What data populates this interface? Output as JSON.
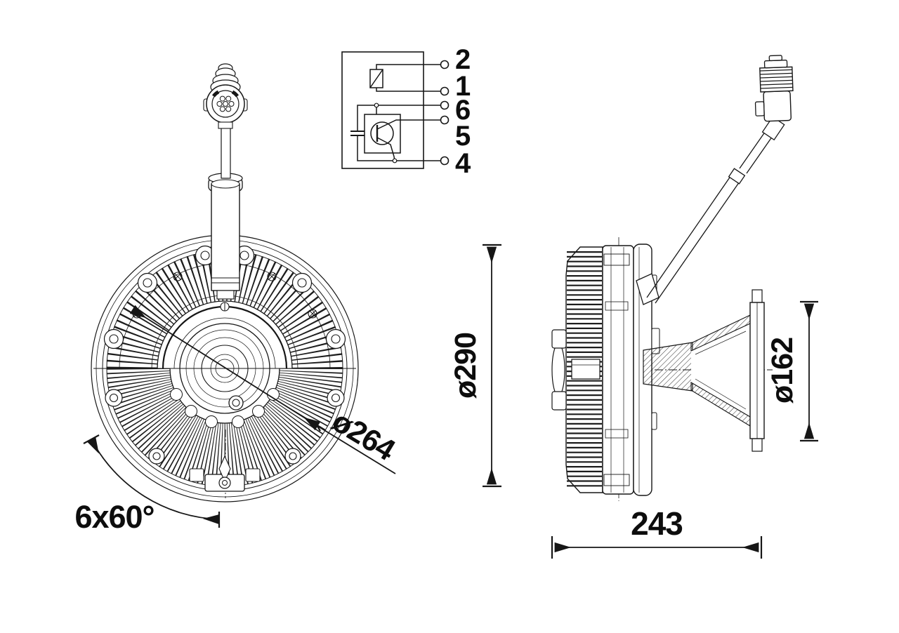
{
  "drawing": {
    "type": "fan-clutch-technical-drawing",
    "colors": {
      "ink": "#161616",
      "background": "#ffffff"
    },
    "wiring_diagram": {
      "pins": [
        {
          "label": "2"
        },
        {
          "label": "1"
        },
        {
          "label": "6"
        },
        {
          "label": "5"
        },
        {
          "label": "4"
        }
      ]
    },
    "front_view": {
      "diameter_dim": "ø264",
      "bolt_pattern_dim": "6x60°"
    },
    "side_view": {
      "overall_diameter_dim": "ø290",
      "flange_diameter_dim": "ø162",
      "depth_dim": "243"
    }
  }
}
